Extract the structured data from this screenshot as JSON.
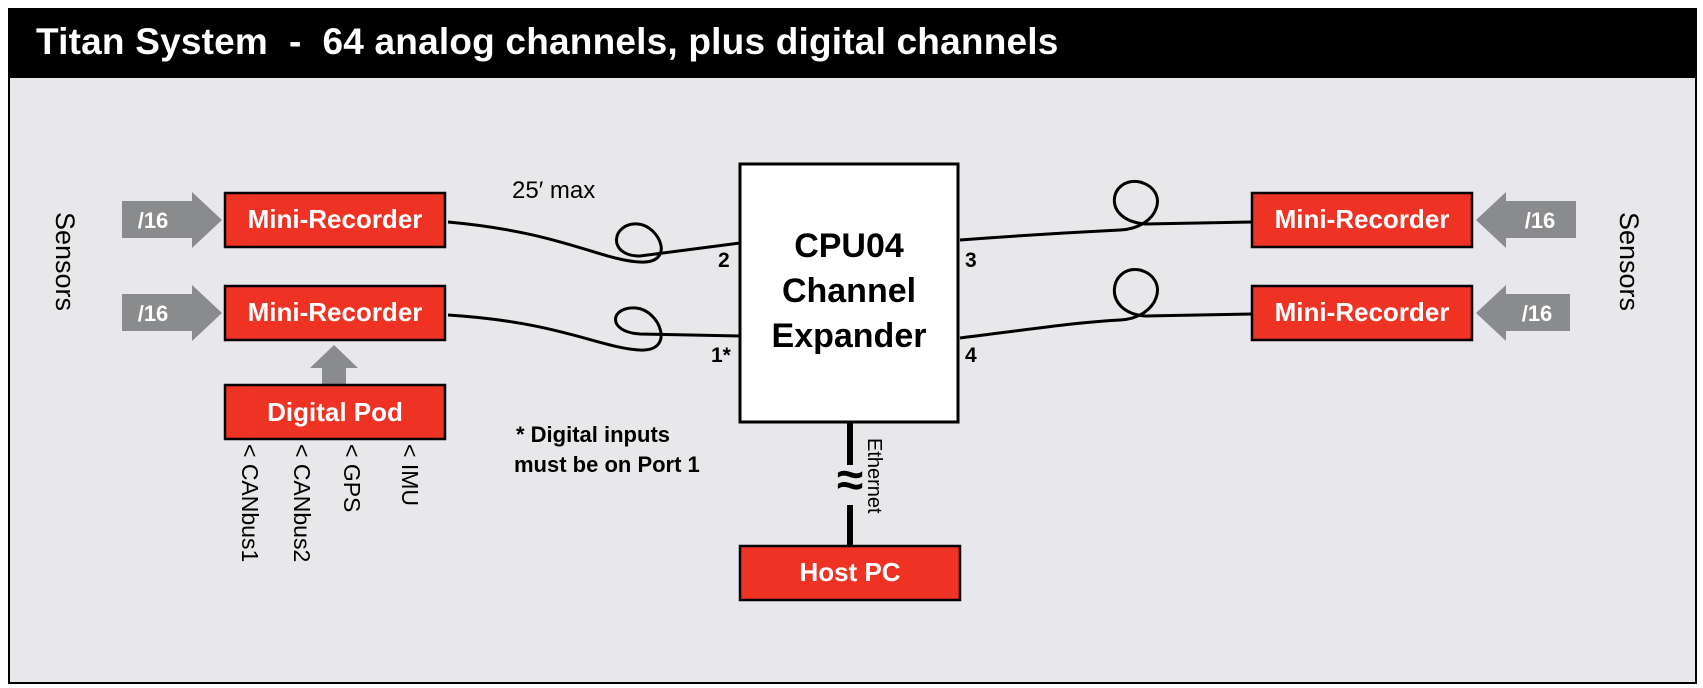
{
  "header": {
    "title": "Titan System  -  64 analog channels, plus digital channels"
  },
  "colors": {
    "red": "#ee3224",
    "grey_arrow": "#8a8b8d",
    "background": "#e8e8ea",
    "header_bg": "#000000"
  },
  "left": {
    "sensors_label": "Sensors",
    "recorders": [
      {
        "label": "Mini-Recorder",
        "input": "/16"
      },
      {
        "label": "Mini-Recorder",
        "input": "/16"
      }
    ],
    "digital_pod": {
      "label": "Digital Pod",
      "inputs": [
        "< CANbus1",
        "< CANbus2",
        "< GPS",
        "< IMU"
      ]
    }
  },
  "right": {
    "sensors_label": "Sensors",
    "recorders": [
      {
        "label": "Mini-Recorder",
        "input": "/16"
      },
      {
        "label": "Mini-Recorder",
        "input": "/16"
      }
    ]
  },
  "center": {
    "cpu": {
      "line1": "CPU04",
      "line2": "Channel",
      "line3": "Expander"
    },
    "ports": {
      "p1": "1*",
      "p2": "2",
      "p3": "3",
      "p4": "4"
    },
    "cable_note": "25′ max",
    "footnote": {
      "line1": "* Digital inputs",
      "line2": "must be on Port 1"
    },
    "ethernet_label": "Ethernet",
    "break_symbol": "≈",
    "host": {
      "label": "Host PC"
    }
  }
}
